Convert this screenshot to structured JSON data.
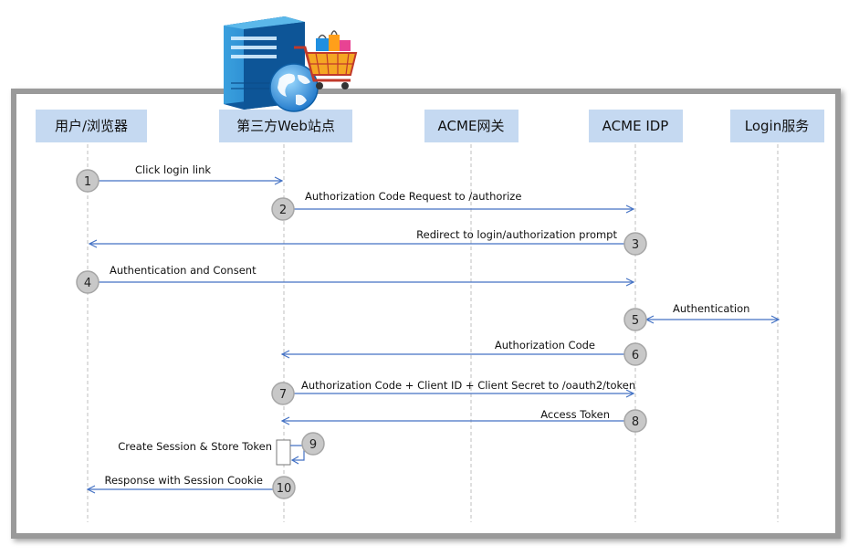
{
  "participants": [
    {
      "id": "browser",
      "label": "用户/浏览器"
    },
    {
      "id": "website",
      "label": "第三方Web站点"
    },
    {
      "id": "gateway",
      "label": "ACME网关"
    },
    {
      "id": "idp",
      "label": "ACME IDP"
    },
    {
      "id": "login",
      "label": "Login服务"
    }
  ],
  "messages": [
    {
      "step": "1",
      "from": "browser",
      "to": "website",
      "text": "Click login link"
    },
    {
      "step": "2",
      "from": "website",
      "to": "idp",
      "text": "Authorization Code Request to /authorize"
    },
    {
      "step": "3",
      "from": "idp",
      "to": "browser",
      "text": "Redirect to login/authorization prompt"
    },
    {
      "step": "4",
      "from": "browser",
      "to": "idp",
      "text": "Authentication and Consent"
    },
    {
      "step": "5",
      "from": "idp",
      "to": "login",
      "text": "Authentication",
      "bidirectional": true
    },
    {
      "step": "6",
      "from": "idp",
      "to": "website",
      "text": "Authorization Code"
    },
    {
      "step": "7",
      "from": "website",
      "to": "idp",
      "text": "Authorization Code + Client ID + Client Secret to /oauth2/token"
    },
    {
      "step": "8",
      "from": "idp",
      "to": "website",
      "text": "Access Token"
    },
    {
      "step": "9",
      "from": "website",
      "to": "website",
      "text": "Create Session & Store Token",
      "self": true
    },
    {
      "step": "10",
      "from": "website",
      "to": "browser",
      "text": "Response with Session Cookie"
    }
  ],
  "colors": {
    "header_bg": "#c5d9f1",
    "arrow": "#4472c4",
    "lifeline": "#bfbfbf",
    "circle_fill": "#c8c8c8",
    "circle_stroke": "#a6a6a6",
    "frame": "#9a9a9a"
  },
  "icons": [
    "server-icon",
    "globe-icon",
    "shopping-cart-icon"
  ]
}
